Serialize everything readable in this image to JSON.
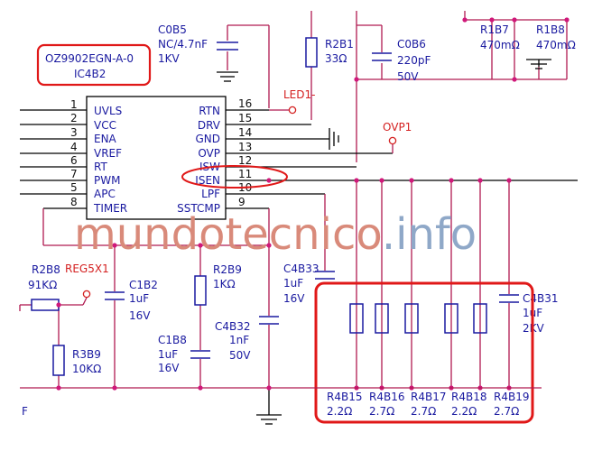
{
  "ic": {
    "part_number": "OZ9902EGN-A-0",
    "ref": "IC4B2",
    "left_pins": [
      {
        "num": "1",
        "name": "UVLS"
      },
      {
        "num": "2",
        "name": "VCC"
      },
      {
        "num": "3",
        "name": "ENA"
      },
      {
        "num": "4",
        "name": "VREF"
      },
      {
        "num": "6",
        "name": "RT"
      },
      {
        "num": "7",
        "name": "PWM"
      },
      {
        "num": "5",
        "name": "APC"
      },
      {
        "num": "8",
        "name": "TIMER"
      }
    ],
    "right_pins": [
      {
        "num": "16",
        "name": "RTN"
      },
      {
        "num": "15",
        "name": "DRV"
      },
      {
        "num": "14",
        "name": "GND"
      },
      {
        "num": "13",
        "name": "OVP"
      },
      {
        "num": "12",
        "name": "ISW"
      },
      {
        "num": "11",
        "name": "ISEN"
      },
      {
        "num": "10",
        "name": "LPF"
      },
      {
        "num": "9",
        "name": "SSTCMP"
      }
    ]
  },
  "components": {
    "c0b5": {
      "ref": "C0B5",
      "value": "NC/4.7nF",
      "rating": "1KV"
    },
    "r2b1": {
      "ref": "R2B1",
      "value": "33Ω"
    },
    "c0b6": {
      "ref": "C0B6",
      "value": "220pF",
      "rating": "50V"
    },
    "r1b7": {
      "ref": "R1B7",
      "value": "470mΩ"
    },
    "r1b8": {
      "ref": "R1B8",
      "value": "470mΩ"
    },
    "r2b8": {
      "ref": "R2B8",
      "value": "91KΩ"
    },
    "c1b2": {
      "ref": "C1B2",
      "value": "1uF",
      "rating": "16V"
    },
    "r2b9": {
      "ref": "R2B9",
      "value": "1KΩ"
    },
    "c4b33": {
      "ref": "C4B33",
      "value": "1uF",
      "rating": "16V"
    },
    "c4b31": {
      "ref": "C4B31",
      "value": "1uF",
      "rating": "2KV"
    },
    "c1b8": {
      "ref": "C1B8",
      "value": "1uF",
      "rating": "16V"
    },
    "c4b32": {
      "ref": "C4B32",
      "value": "1nF",
      "rating": "50V"
    },
    "r3b9": {
      "ref": "R3B9",
      "value": "10KΩ"
    },
    "sense_resistors": [
      {
        "ref": "R4B15",
        "value": "2.2Ω"
      },
      {
        "ref": "R4B16",
        "value": "2.7Ω"
      },
      {
        "ref": "R4B17",
        "value": "2.7Ω"
      },
      {
        "ref": "R4B18",
        "value": "2.2Ω"
      },
      {
        "ref": "R4B19",
        "value": "2.7Ω"
      }
    ]
  },
  "nets": {
    "led1": "LED1-",
    "ovp1": "OVP1",
    "reg5x1": "REG5X1"
  },
  "watermark": {
    "part1": "mundotecnico",
    "part2": ".info",
    "color1": "#d98a7a",
    "color2": "#8fa8c8"
  },
  "edge_fragment": "F",
  "colors": {
    "wire": "#b01a50",
    "component": "#1a1aa0",
    "net_label": "#d42020",
    "junction": "#d0187a",
    "highlight": "#e01818"
  }
}
